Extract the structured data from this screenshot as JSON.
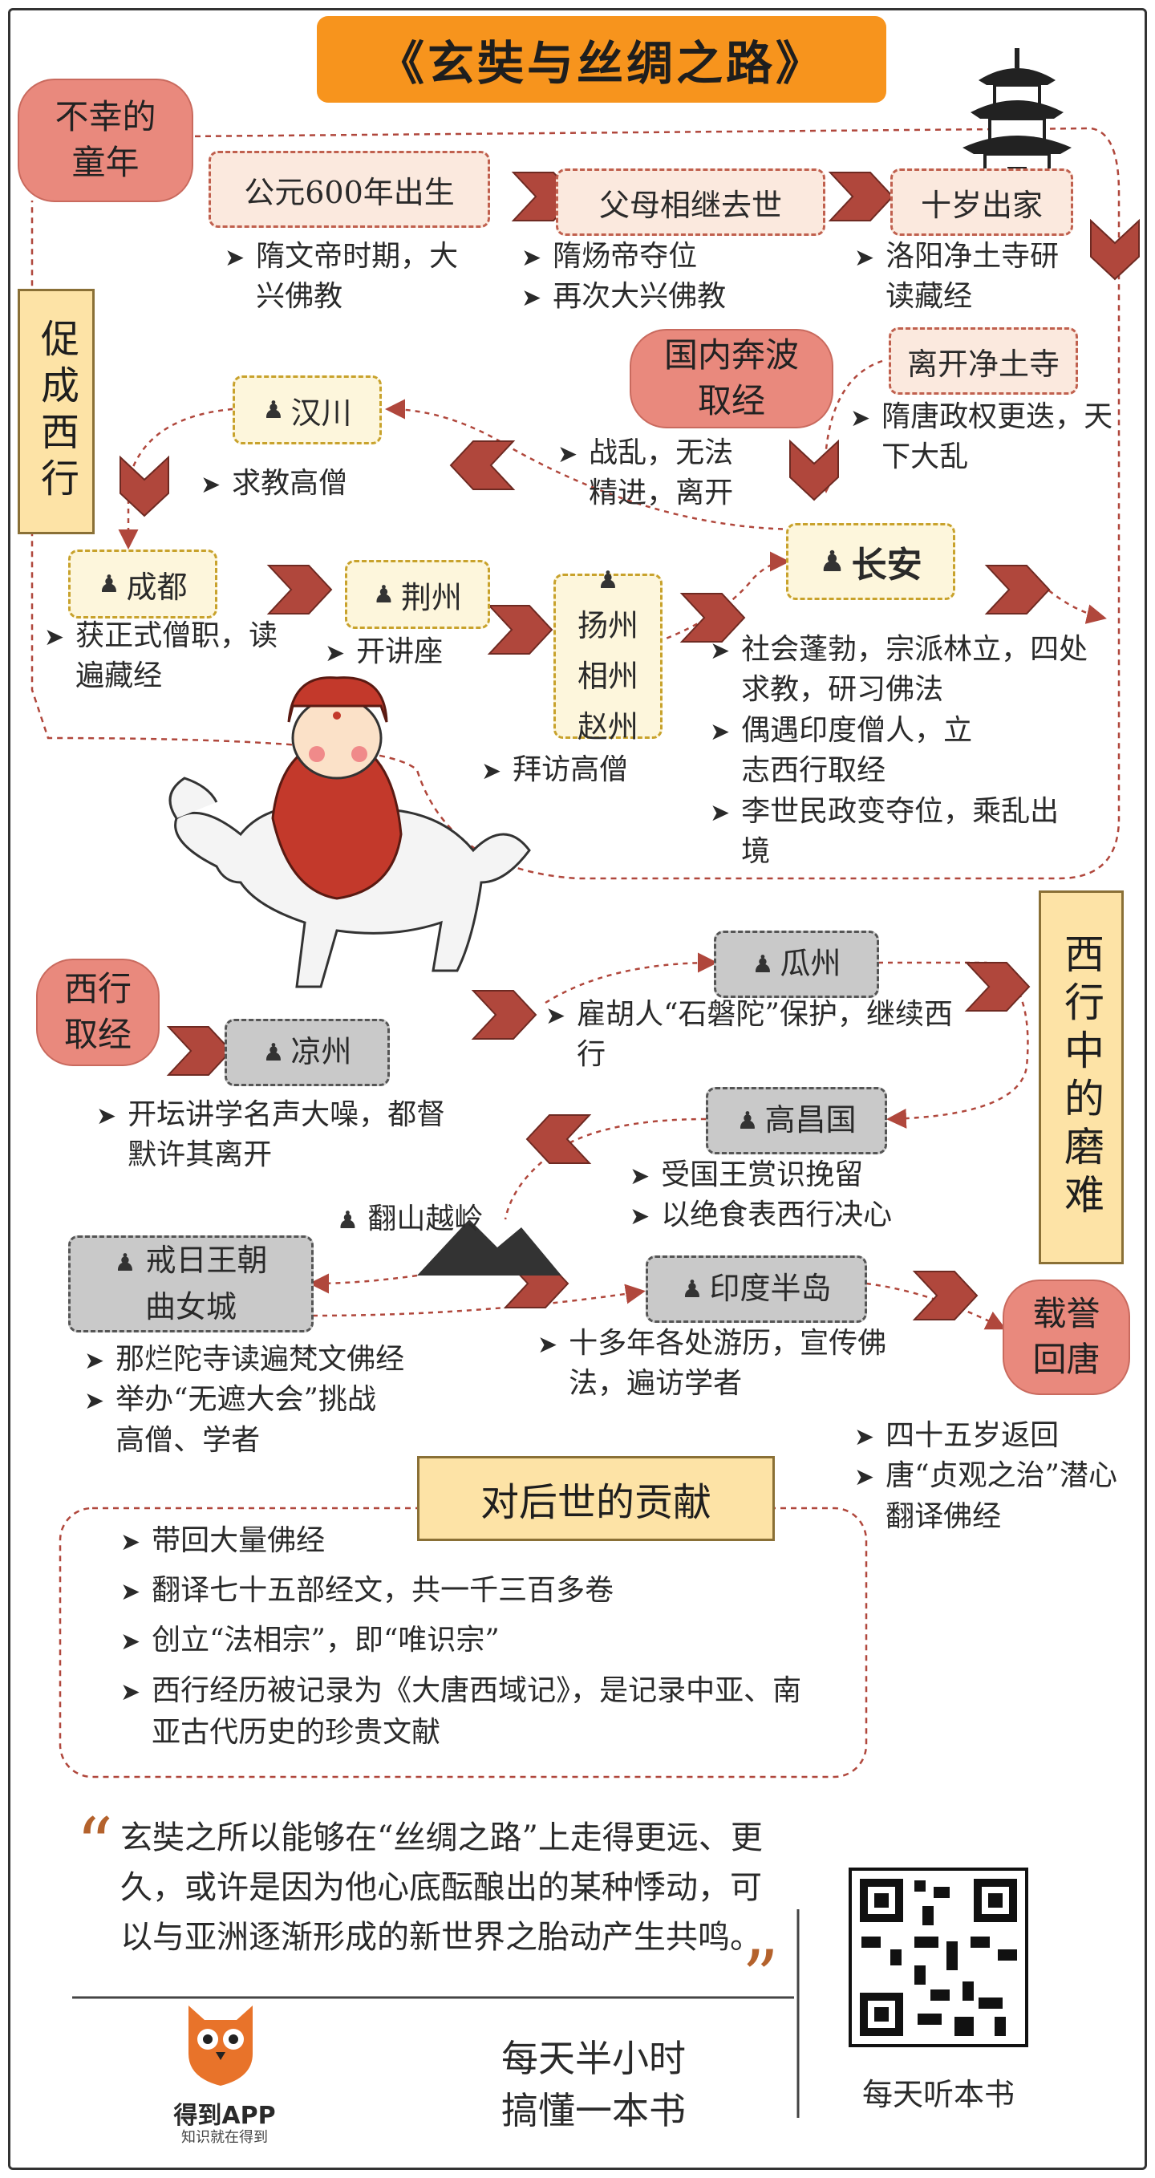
{
  "title": "《玄奘与丝绸之路》",
  "labels": {
    "childhood": "不幸的童年",
    "promote": "促成西行",
    "domestic": "国内奔波取经",
    "journey": "西行取经",
    "hardships": "西行中的磨难",
    "return": "载誉回唐",
    "contribution": "对后世的贡献"
  },
  "childhood": {
    "steps": [
      {
        "label": "公元600年出生",
        "bullets": [
          "隋文帝时期，大兴佛教"
        ]
      },
      {
        "label": "父母相继去世",
        "bullets": [
          "隋炀帝夺位",
          "再次大兴佛教"
        ]
      },
      {
        "label": "十岁出家",
        "bullets": [
          "洛阳净土寺研读藏经"
        ]
      }
    ]
  },
  "domestic": {
    "leave": {
      "label": "离开净土寺",
      "bullets": [
        "隋唐政权更迭，天下大乱"
      ]
    },
    "hanchuan": {
      "label": "汉川",
      "bullets": [
        "求教高僧"
      ]
    },
    "war_note": [
      "战乱，无法",
      "精进，离开"
    ],
    "chengdu": {
      "label": "成都",
      "bullets": [
        "获正式僧职，读遍藏经"
      ]
    },
    "jingzhou": {
      "label": "荆州",
      "bullets": [
        "开讲座"
      ]
    },
    "yangzhou": {
      "label": [
        "扬州",
        "相州",
        "赵州"
      ],
      "bullets": [
        "拜访高僧"
      ]
    },
    "changan": {
      "label": "长安",
      "bullets": [
        "社会蓬勃，宗派林立，四处求教，研习佛法",
        "偶遇印度僧人，立志西行取经",
        "李世民政变夺位，乘乱出境"
      ]
    }
  },
  "journey": {
    "liangzhou": {
      "label": "凉州",
      "bullets": [
        "开坛讲学名声大噪，都督默许其离开"
      ]
    },
    "guazhou": {
      "label": "瓜州",
      "bullets": [
        "雇胡人“石磐陀”保护，继续西行"
      ]
    },
    "gaochang": {
      "label": "高昌国",
      "bullets": [
        "受国王赏识挽留",
        "以绝食表西行决心"
      ]
    },
    "mountain": "翻山越岭",
    "jieri": {
      "label": [
        "戒日王朝",
        "曲女城"
      ],
      "bullets": [
        "那烂陀寺读遍梵文佛经",
        "举办“无遮大会”挑战高僧、学者"
      ]
    },
    "india": {
      "label": "印度半岛",
      "bullets": [
        "十多年各处游历，宣传佛法，遍访学者"
      ]
    }
  },
  "return": {
    "bullets": [
      "四十五岁返回",
      "唐“贞观之治”潜心翻译佛经"
    ]
  },
  "contribution": {
    "bullets": [
      "带回大量佛经",
      "翻译七十五部经文，共一千三百多卷",
      "创立“法相宗”，即“唯识宗”",
      "西行经历被记录为《大唐西域记》，是记录中亚、南亚古代历史的珍贵文献"
    ]
  },
  "quote": "玄奘之所以能够在“丝绸之路”上走得更远、更久，或许是因为他心底酝酿出的某种悸动，可以与亚洲逐渐形成的新世界之胎动产生共鸣。",
  "footer": {
    "app_name": "得到APP",
    "app_slogan": "知识就在得到",
    "tagline1": "每天半小时",
    "tagline2": "搞懂一本书",
    "qr_caption": "每天听本书"
  },
  "colors": {
    "accent": "#f7941d",
    "blob": "#e9897d",
    "arrow": "#b0473c",
    "dash": "#c0604e",
    "scroll": "#fde3a6"
  }
}
